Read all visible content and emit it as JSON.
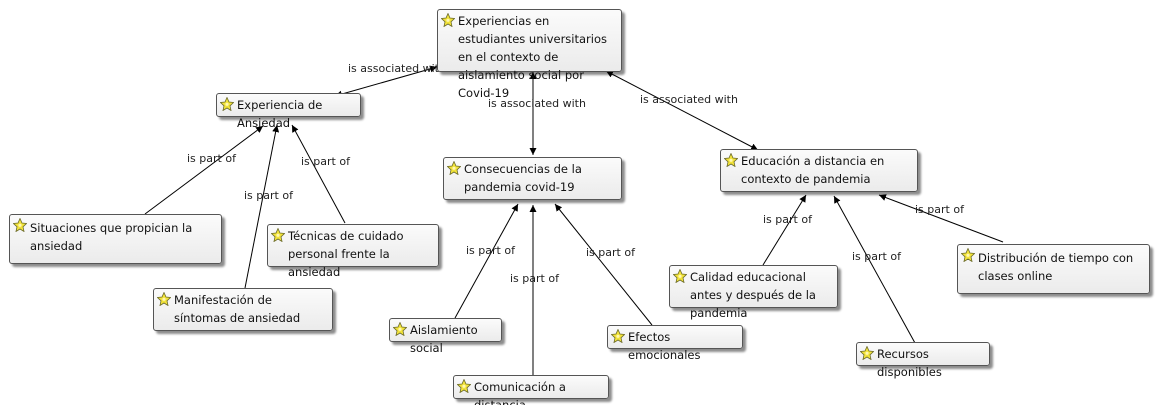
{
  "nodes": {
    "root": "Experiencias en estudiantes universitarios en el contexto de aislamiento social por Covid-19",
    "anxiety": "Experiencia de Ansiedad",
    "consequences": "Consecuencias de la pandemia covid-19",
    "education": "Educación a distancia en contexto de pandemia",
    "situations": "Situaciones que propician la ansiedad",
    "techniques": "Técnicas de cuidado personal frente la ansiedad",
    "symptoms": "Manifestación de síntomas de ansiedad",
    "isolation": "Aislamiento social",
    "emotional": "Efectos emocionales",
    "communication": "Comunicación a distancia",
    "quality": "Calidad educacional antes y después de la pandemia",
    "resources": "Recursos disponibles",
    "time": "Distribución de tiempo con clases online"
  },
  "relations": {
    "assoc_anxiety": "is associated with",
    "assoc_consequences": "is associated with",
    "assoc_education": "is associated with",
    "part_situations": "is part of",
    "part_symptoms": "is part of",
    "part_techniques": "is part of",
    "part_isolation": "is part of",
    "part_communication": "is part of",
    "part_emotional": "is part of",
    "part_quality": "is part of",
    "part_resources": "is part of",
    "part_time": "is part of"
  },
  "icon": "concept-node-icon",
  "colors": {
    "node_border": "#555555",
    "line": "#000000",
    "icon_yellow": "#f2e33a"
  }
}
